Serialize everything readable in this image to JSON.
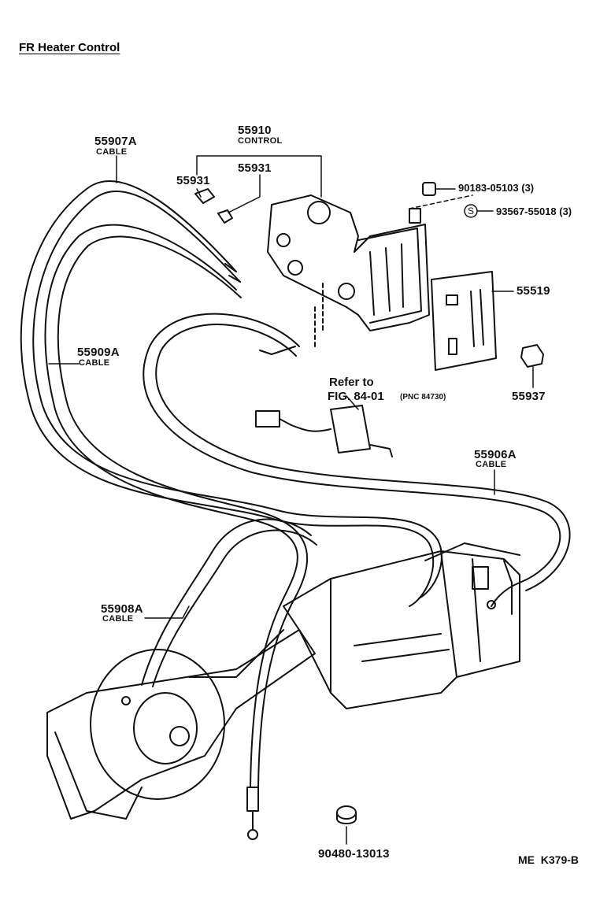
{
  "title": "FR Heater Control",
  "parts": {
    "cable_55907": {
      "number": "55907A",
      "desc": "CABLE"
    },
    "control_55910": {
      "number": "55910",
      "desc": "CONTROL"
    },
    "clip_55931_a": {
      "number": "55931"
    },
    "clip_55931_b": {
      "number": "55931"
    },
    "bolt_90183": {
      "number": "90183-05103 (3)"
    },
    "screw_93567": {
      "number": "93567-55018 (3)",
      "symbol": "S"
    },
    "plate_55519": {
      "number": "55519"
    },
    "knob_55937": {
      "number": "55937"
    },
    "cable_55909": {
      "number": "55909A",
      "desc": "CABLE"
    },
    "cable_55906": {
      "number": "55906A",
      "desc": "CABLE"
    },
    "cable_55908": {
      "number": "55908A",
      "desc": "CABLE"
    },
    "grommet_90480": {
      "number": "90480-13013"
    }
  },
  "reference": {
    "line1": "Refer to",
    "line2": "FIG. 84-01",
    "pnc": "(PNC 84730)"
  },
  "footer": {
    "code": "ME  K379-B"
  }
}
